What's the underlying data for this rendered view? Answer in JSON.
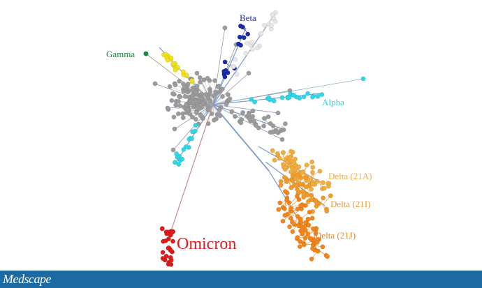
{
  "labels": {
    "beta": "Beta",
    "gamma": "Gamma",
    "alpha": "Alpha",
    "delta_21a": "Delta (21A)",
    "delta_21i": "Delta (21I)",
    "delta_21j": "Delta (21J)",
    "omicron": "Omicron"
  },
  "colors": {
    "background_clade": "#9b9b9b",
    "beta": "#1a2aa8",
    "gamma": "#1a8a3a",
    "gamma_clade": "#f2e21c",
    "alpha": "#2ed6e6",
    "delta_21a": "#f2ad3c",
    "delta_21i": "#f29a2a",
    "delta_21j": "#f2841a",
    "omicron": "#e0191b",
    "branch": "#7f9bc9"
  },
  "footer": {
    "logo": "Medscape",
    "bar_color": "#1d6aa2"
  }
}
